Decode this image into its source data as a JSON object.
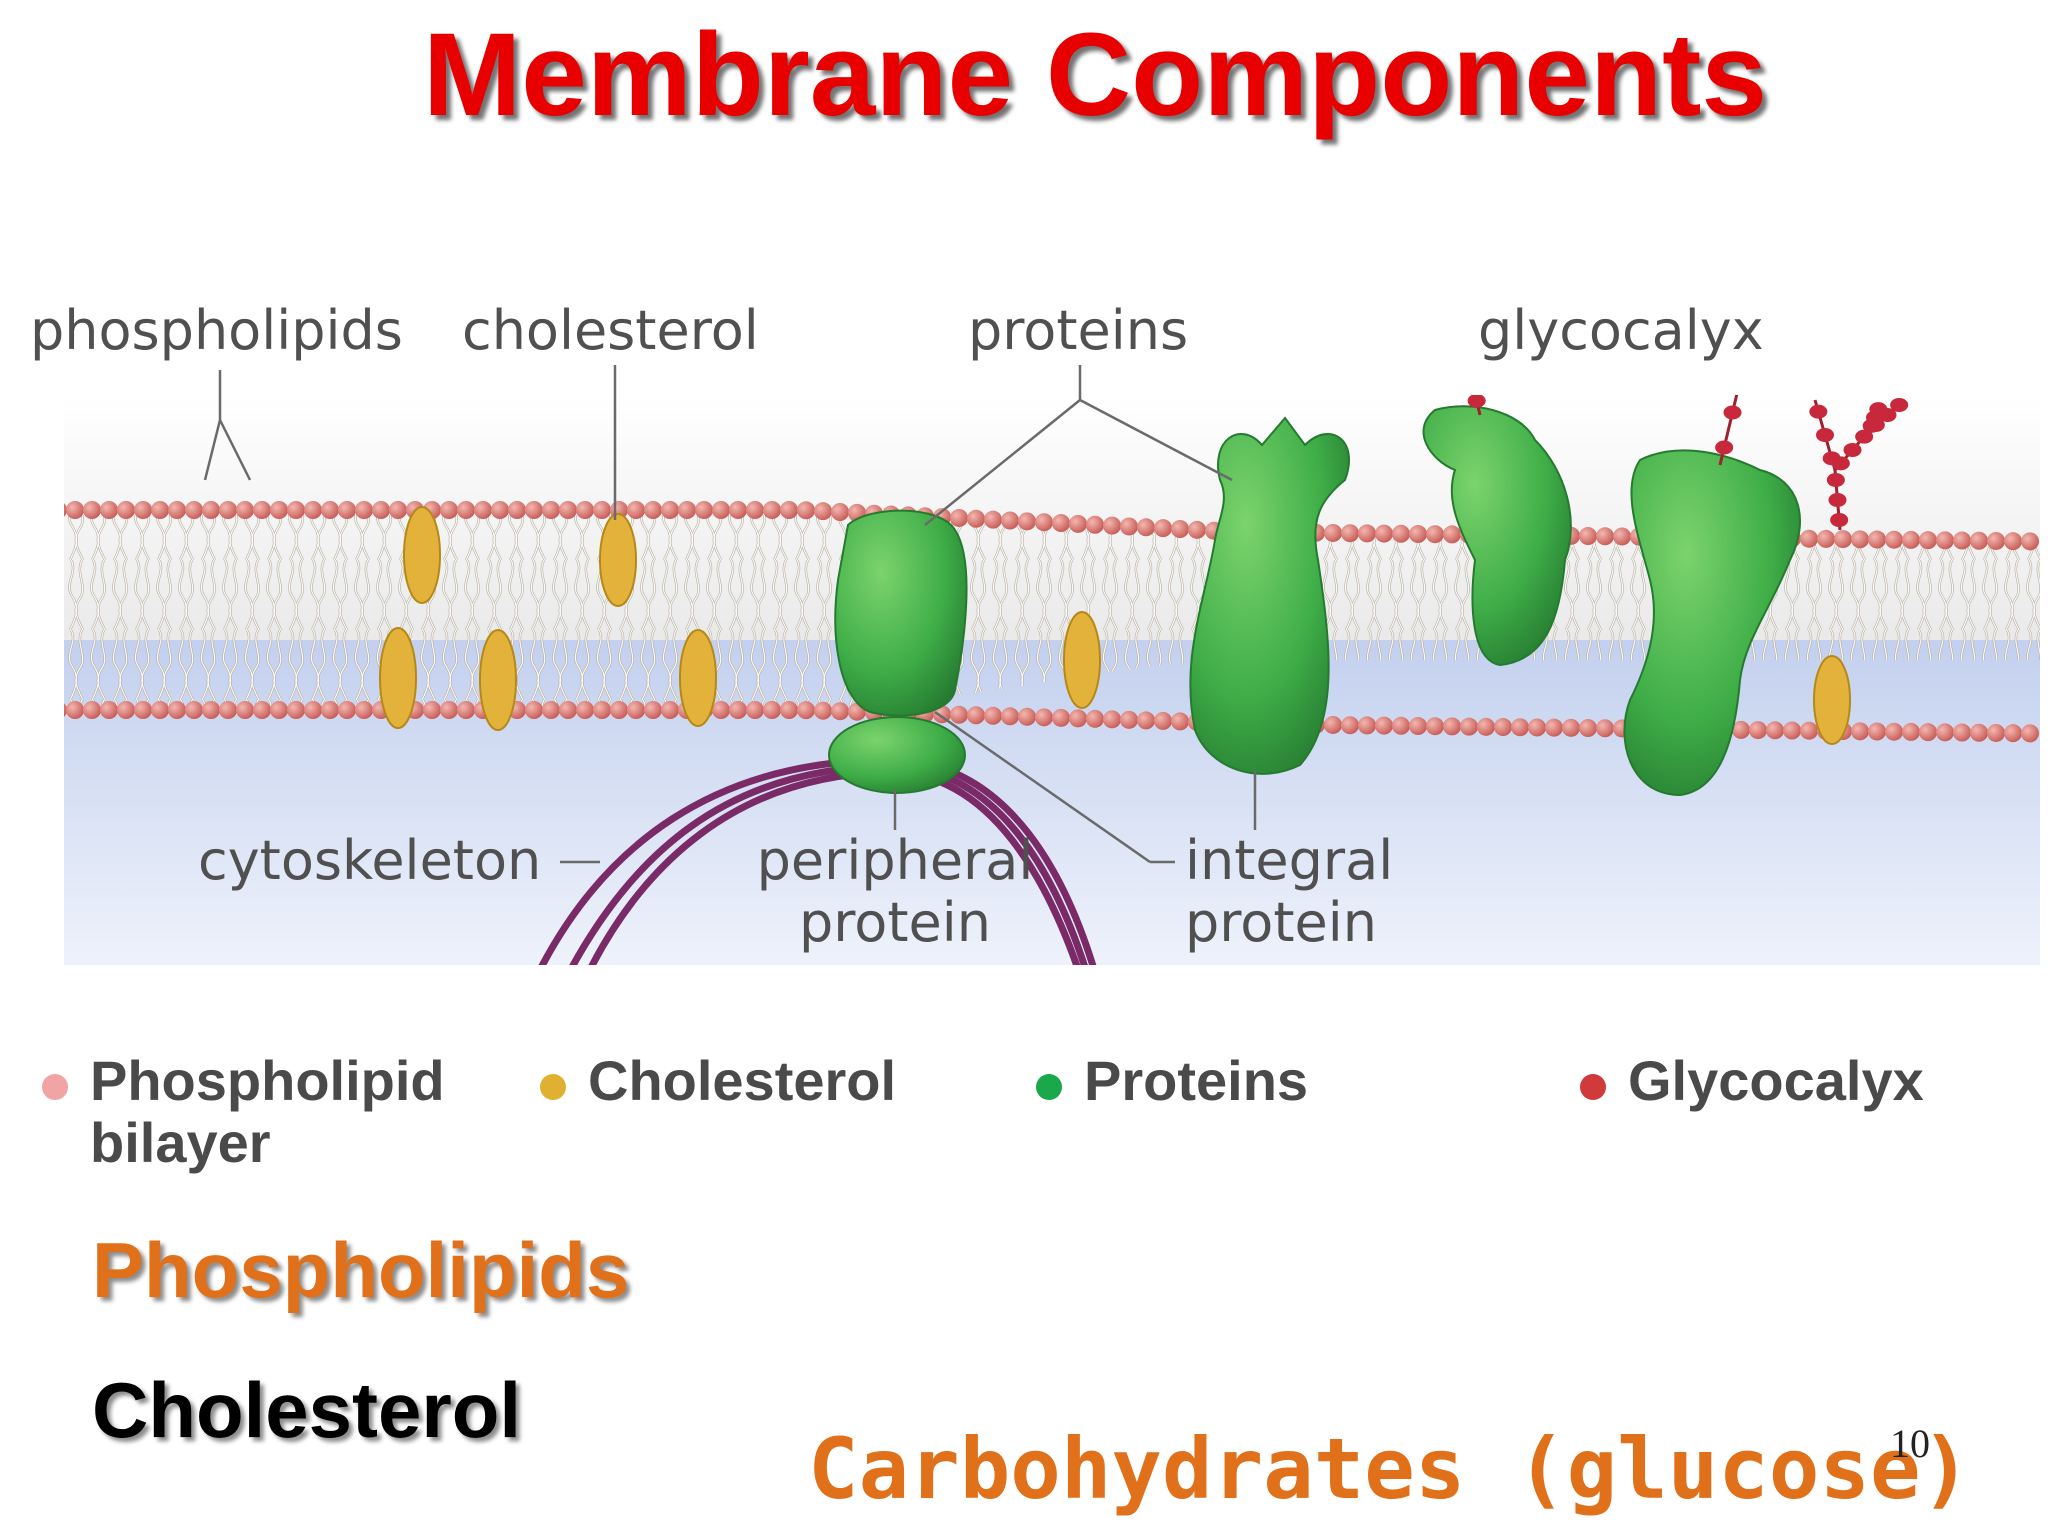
{
  "title": "Membrane Components",
  "labels": {
    "phospholipids": "phospholipids",
    "cholesterol": "cholesterol",
    "proteins": "proteins",
    "glycocalyx": "glycocalyx",
    "cytoskeleton": "cytoskeleton",
    "peripheral_line1": "peripheral",
    "peripheral_line2": "protein",
    "integral_line1": "integral",
    "integral_line2": "protein"
  },
  "legend": [
    {
      "line1": "Phospholipid",
      "line2": "bilayer",
      "color": "#f2a3a3"
    },
    {
      "line1": "Cholesterol",
      "line2": "",
      "color": "#e0b030"
    },
    {
      "line1": "Proteins",
      "line2": "",
      "color": "#1aa84a"
    },
    {
      "line1": "Glycocalyx",
      "line2": "",
      "color": "#d03a3a"
    }
  ],
  "components": {
    "phospholipids": "Phospholipids",
    "cholesterol": "Cholesterol",
    "carbohydrates": "Carbohydrates (glucose)"
  },
  "page_number": "10",
  "colors": {
    "title": "#e80000",
    "phospholipid_head": "#d9706a",
    "cholesterol": "#e2b23a",
    "protein": "#3fae48",
    "glycocalyx": "#c8283c",
    "cytoskeleton": "#7a2a66",
    "phospholipids_text": "#e0701a",
    "cholesterol_text": "#000000"
  }
}
